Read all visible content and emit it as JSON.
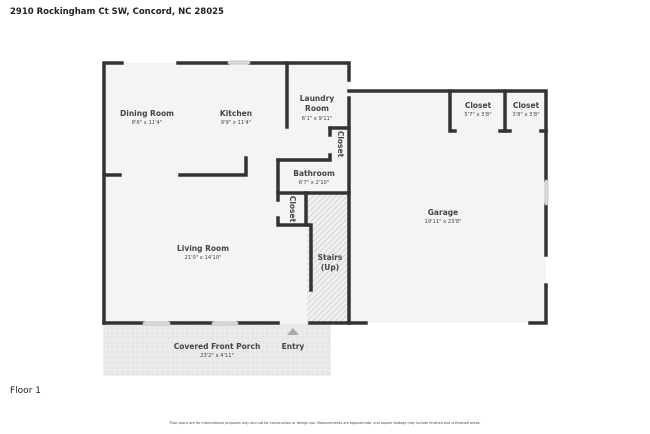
{
  "address": "2910 Rockingham Ct SW, Concord, NC 28025",
  "floor_label": "Floor 1",
  "disclaimer": "Floor plans are for informational purposes only and not for construction or design use. Measurements are approximate, and square footage may include finished and unfinished areas.",
  "rooms": {
    "dining": {
      "name": "Dining Room",
      "dims": "8'6\" x 11'4\""
    },
    "kitchen": {
      "name": "Kitchen",
      "dims": "9'9\" x 11'4\""
    },
    "laundry": {
      "name1": "Laundry",
      "name2": "Room",
      "dims": "6'1\" x 9'11\""
    },
    "closet_laundry": {
      "name": "Closet"
    },
    "bathroom": {
      "name": "Bathroom",
      "dims": "6'7\" x 2'10\""
    },
    "closet_hall": {
      "name": "Closet"
    },
    "living": {
      "name": "Living Room",
      "dims": "21'0\" x 14'10\""
    },
    "stairs": {
      "name1": "Stairs",
      "name2": "(Up)"
    },
    "garage": {
      "name": "Garage",
      "dims": "19'11\" x 23'8\""
    },
    "closet_g1": {
      "name": "Closet",
      "dims": "5'7\" x 3'8\""
    },
    "closet_g2": {
      "name": "Closet",
      "dims": "3'8\" x 3'8\""
    },
    "porch": {
      "name": "Covered Front Porch",
      "dims": "23'2\" x 4'11\""
    },
    "entry": {
      "name": "Entry"
    }
  },
  "colors": {
    "wall": "#333333",
    "floor": "#f4f4f4",
    "porch": "#ececec"
  }
}
